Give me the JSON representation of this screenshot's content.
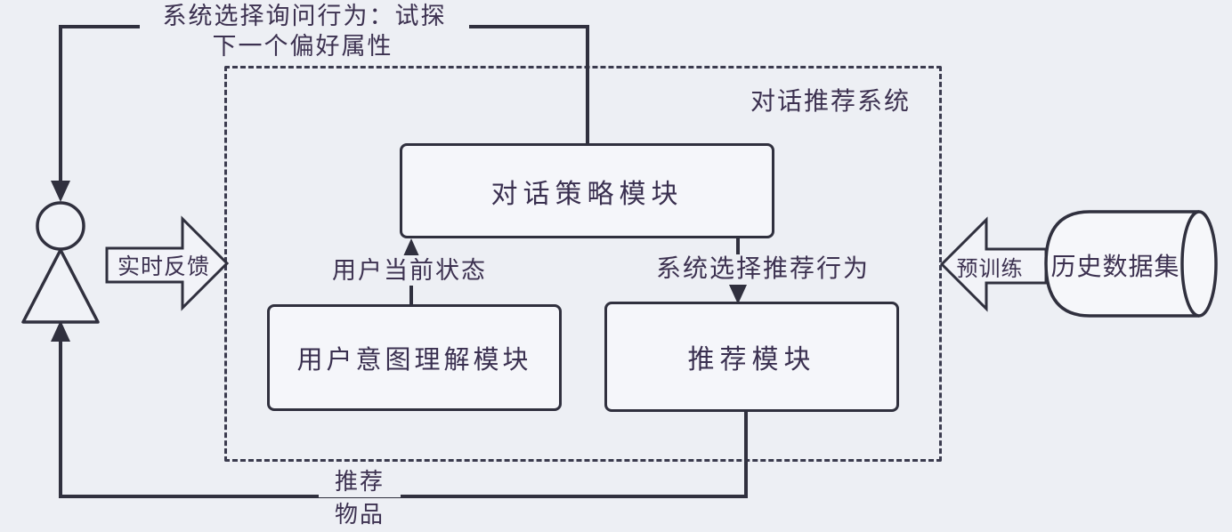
{
  "labels": {
    "query_line1": "系统选择询问行为：试探",
    "query_line2": "下一个偏好属性",
    "system_name": "对话推荐系统",
    "policy_module": "对话策略模块",
    "intent_module": "用户意图理解模块",
    "recommend_module": "推荐模块",
    "user_state": "用户当前状态",
    "recommend_action": "系统选择推荐行为",
    "realtime_feedback": "实时反馈",
    "pretrain": "预训练",
    "dataset": "历史数据集",
    "recommend_item_line1": "推荐",
    "recommend_item_line2": "物品"
  },
  "icons": {
    "user": "user-figure-icon",
    "dataset": "database-cylinder-icon",
    "feedback_arrow": "block-arrow-right-icon",
    "pretrain_arrow": "block-arrow-left-icon"
  },
  "colors": {
    "line": "#30303e",
    "text": "#3c3150",
    "background": "#edeff4",
    "shape_fill": "#f5f6fa"
  }
}
